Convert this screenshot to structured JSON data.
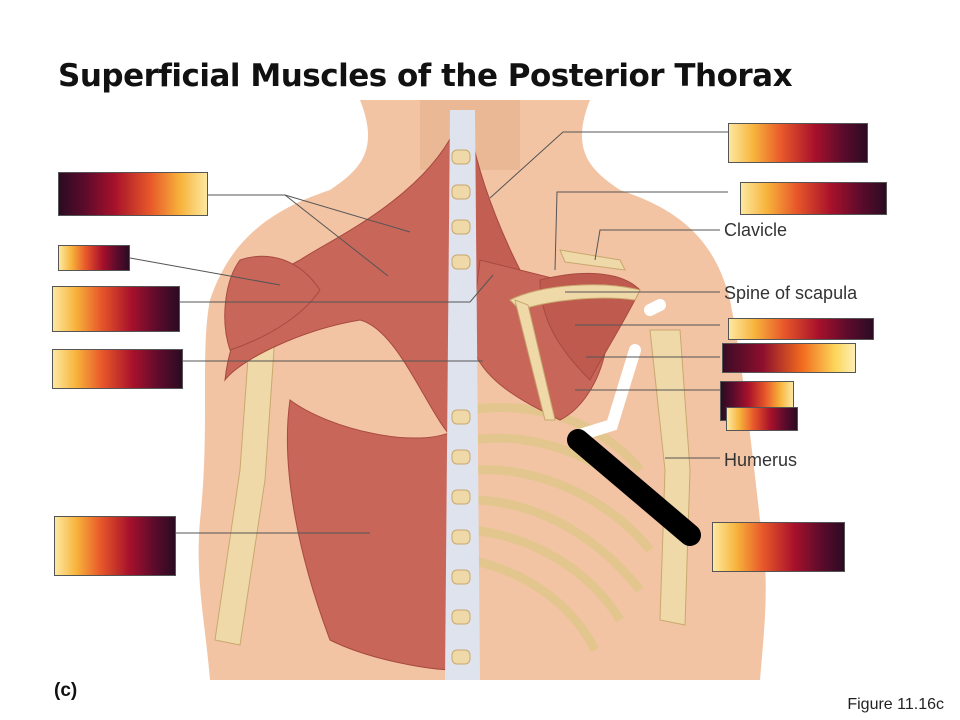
{
  "title": "Superficial Muscles of the Posterior Thorax",
  "labels": {
    "clavicle": "Clavicle",
    "spine_of_scapula": "Spine of scapula",
    "humerus": "Humerus"
  },
  "panel": "(c)",
  "figure": "Figure 11.16c",
  "colors": {
    "muscle": "#c8665a",
    "muscle_dark": "#a84a40",
    "bone": "#f0d9a8",
    "skin": "#f2c4a4",
    "tendon": "#dfe3ee",
    "mask_dark": "#2b0b22",
    "mask_light": "#fde8a0"
  }
}
